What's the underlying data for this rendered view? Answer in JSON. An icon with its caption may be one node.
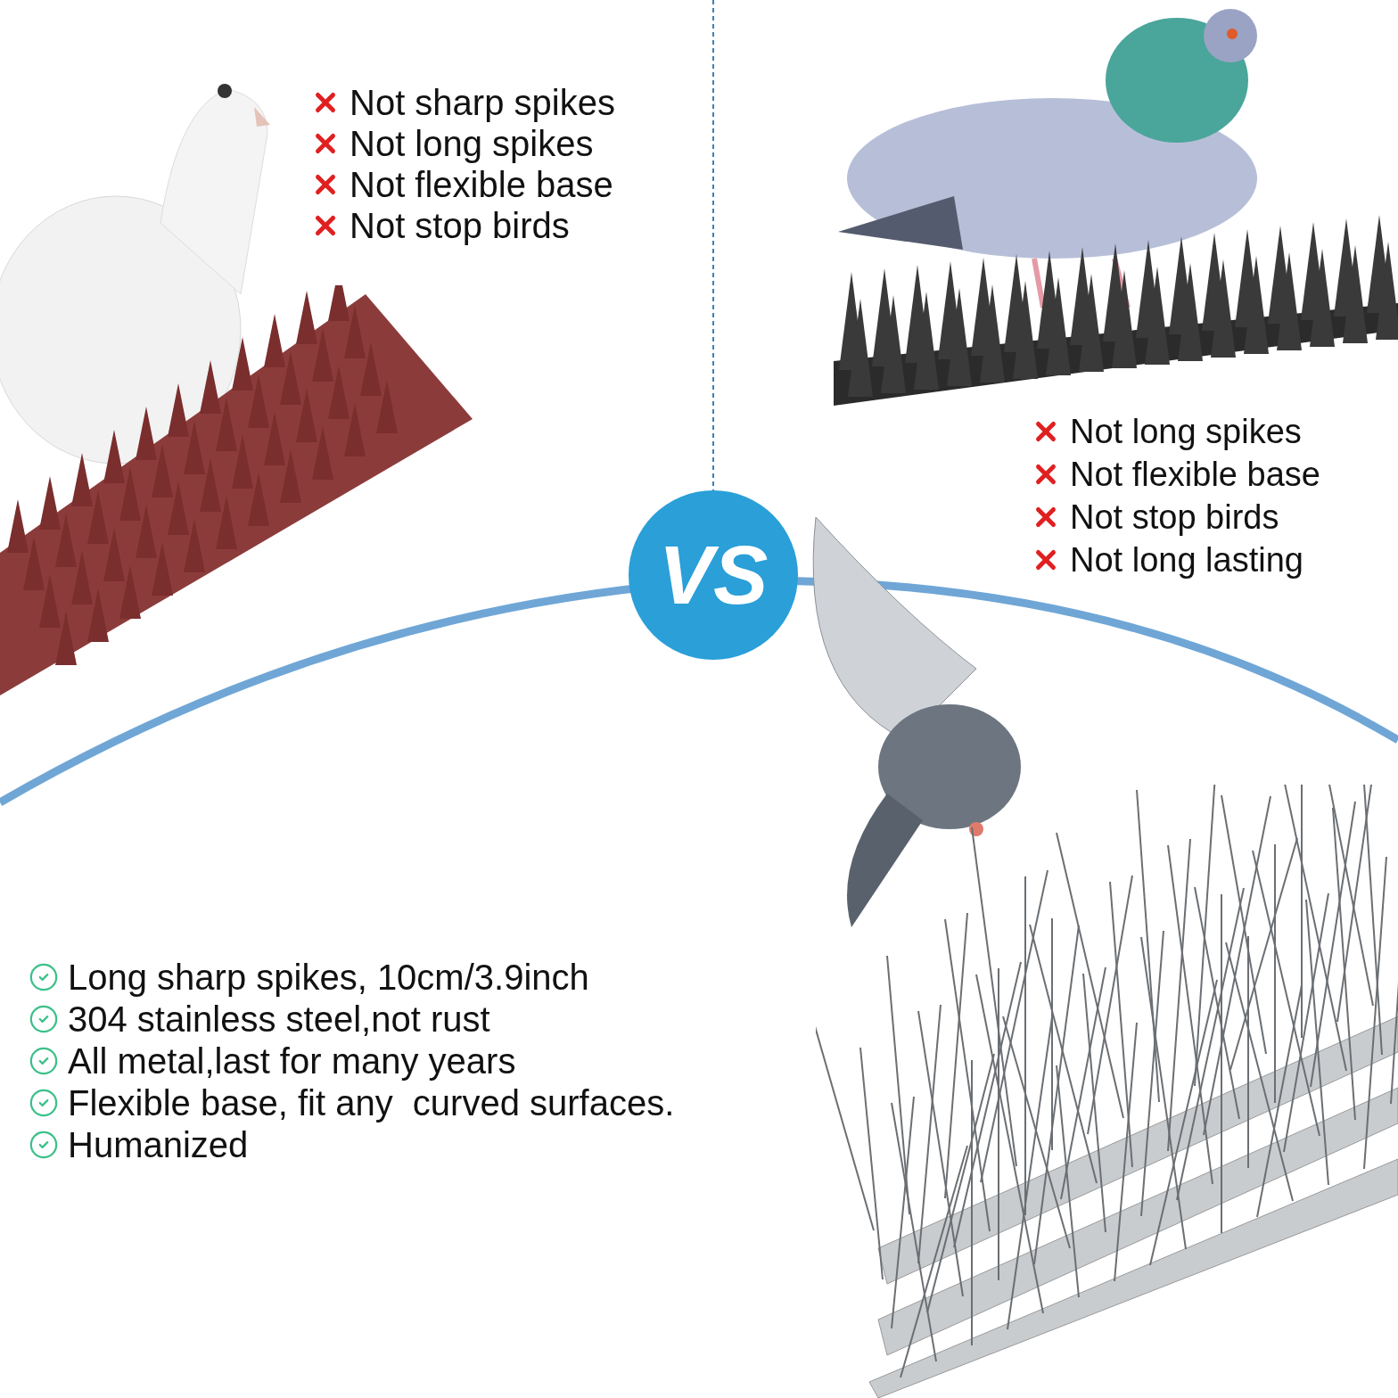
{
  "diagram": {
    "nodes": [
      {
        "text": [
          "VS"
        ]
      }
    ],
    "labels": [
      "Not sharp spikes",
      "Not long spikes",
      "Not flexible base",
      "Not stop birds",
      "Not long spikes",
      "Not flexible base",
      "Not stop birds",
      "Not long lasting",
      "Long sharp spikes, 10cm/3.9inch",
      "304 stainless steel,not rust",
      "All metal,last for many years",
      "Flexible base, fit any  curved surfaces.",
      "Humanized"
    ]
  }
}
